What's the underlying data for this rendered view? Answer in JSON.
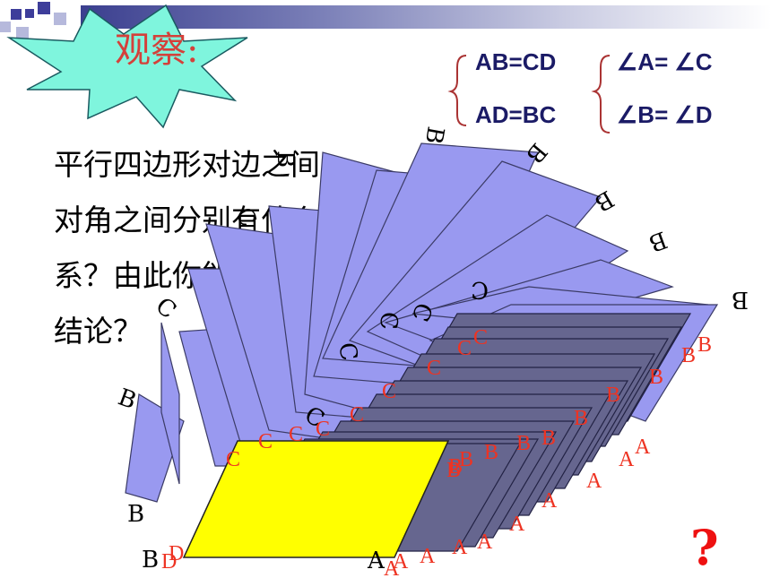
{
  "slide": {
    "title": "观察:",
    "relations": {
      "sides": [
        "AB=CD",
        "AD=BC"
      ],
      "angles": [
        "∠A= ∠C",
        "∠B= ∠D"
      ]
    },
    "question_lines": [
      "平行四边形对边之间、",
      "对角之间分别有什么关",
      "系？由此你能得到什么",
      "结论？"
    ],
    "question_mark": "?"
  },
  "figure": {
    "label_black": [
      "B",
      "B",
      "B",
      "B",
      "B",
      "B",
      "B",
      "B",
      "B",
      "C",
      "C",
      "C",
      "C",
      "C",
      "C",
      "C",
      "A"
    ],
    "label_red": [
      "B",
      "B",
      "B",
      "B",
      "B",
      "B",
      "B",
      "B",
      "B",
      "B",
      "B",
      "C",
      "C",
      "C",
      "C",
      "C",
      "C",
      "C",
      "C",
      "C",
      "A",
      "A",
      "A",
      "A",
      "A",
      "A",
      "A",
      "A",
      "A",
      "A",
      "D",
      "D"
    ],
    "colors": {
      "fan_fill": "#9999f0",
      "stack_fill": "#66668f",
      "front_fill": "#ffff00",
      "label_red": "#ee3322",
      "title_red": "#d4403a",
      "relation_text": "#1b1b66",
      "brace_red": "#aa3333"
    }
  }
}
